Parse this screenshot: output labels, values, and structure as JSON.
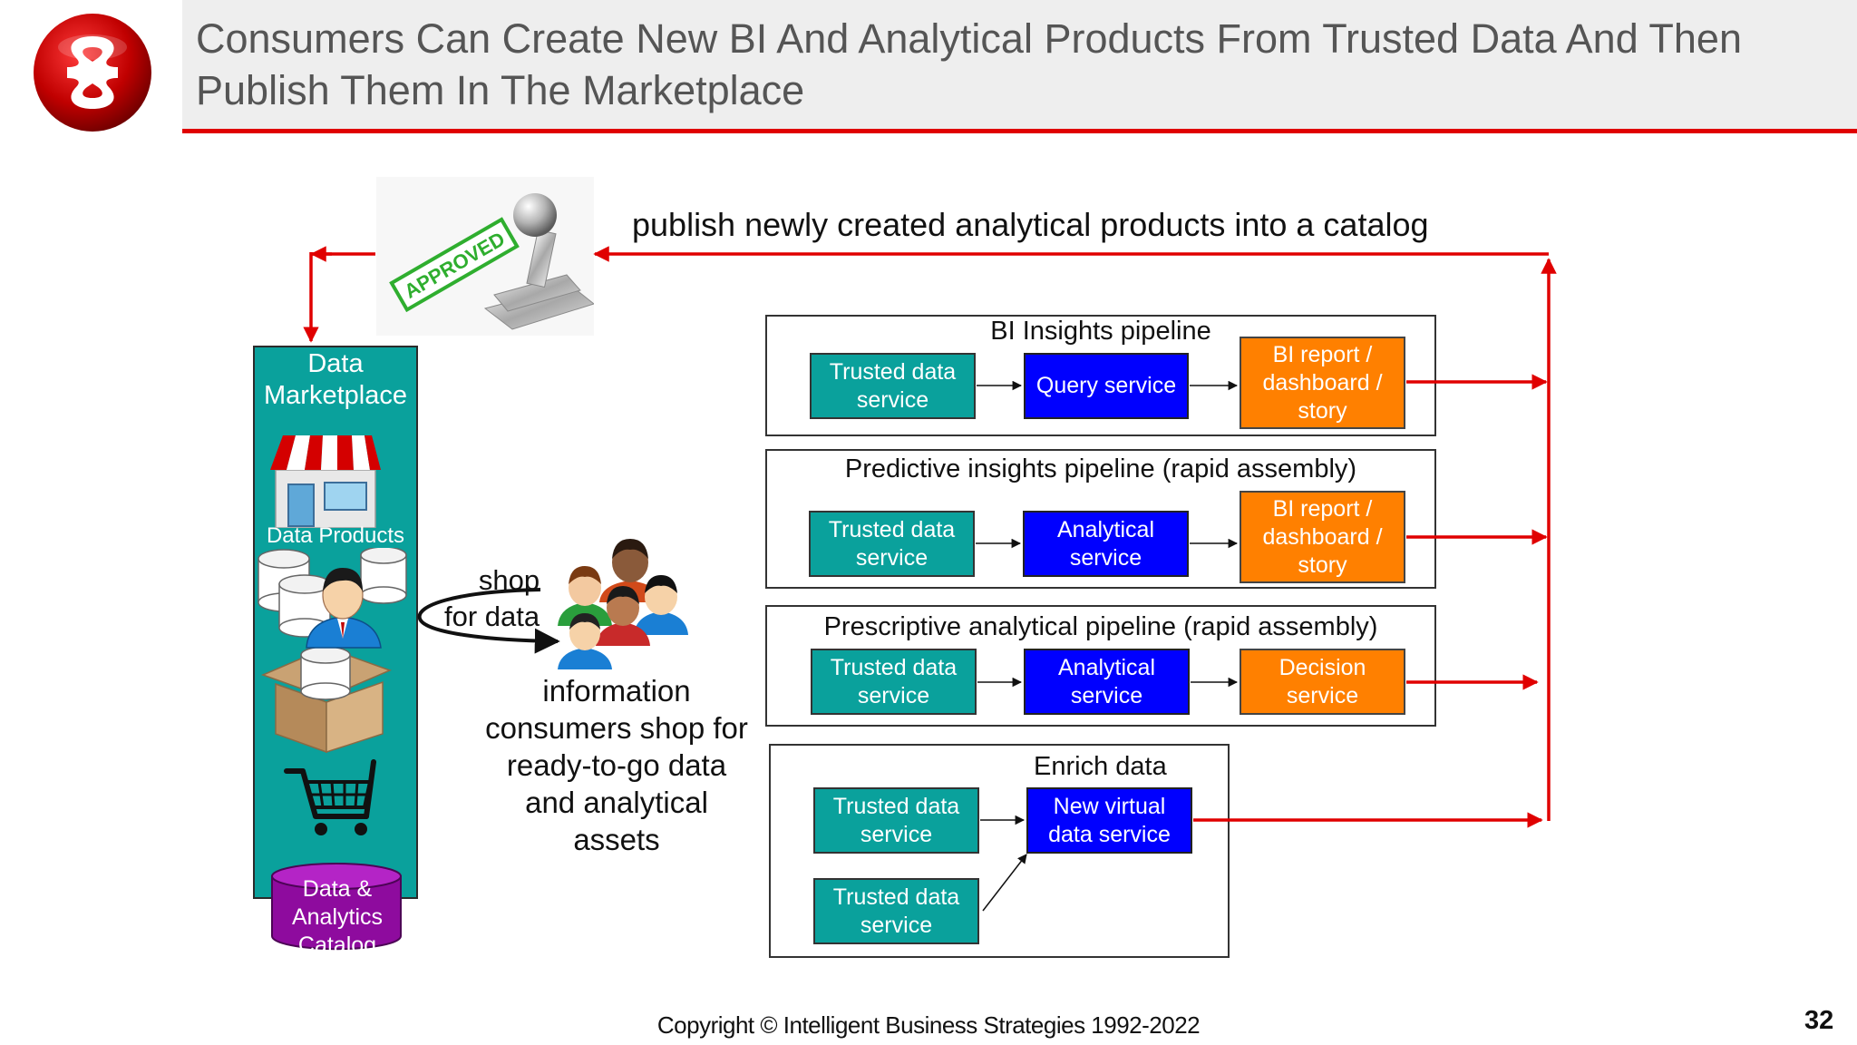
{
  "header": {
    "title_line1": "Consumers Can Create New BI And Analytical Products From Trusted Data And Then",
    "title_line2": "Publish Them In The Marketplace"
  },
  "stamp": {
    "text": "APPROVED"
  },
  "publish": {
    "label": "publish newly created analytical products into a catalog"
  },
  "marketplace": {
    "title_line1": "Data",
    "title_line2": "Marketplace",
    "data_products": "Data Products",
    "catalog_line1": "Data &",
    "catalog_line2": "Analytics",
    "catalog_line3": "Catalog"
  },
  "shop": {
    "line1": "shop",
    "line2": "for data"
  },
  "consumers": {
    "line1": "information",
    "line2": "consumers shop for",
    "line3": "ready-to-go data",
    "line4": "and analytical",
    "line5": "assets"
  },
  "pipelines": {
    "bi": {
      "title": "BI Insights pipeline",
      "trusted_line1": "Trusted data",
      "trusted_line2": "service",
      "query": "Query service",
      "out_line1": "BI  report /",
      "out_line2": "dashboard /",
      "out_line3": "story"
    },
    "predictive": {
      "title": "Predictive insights pipeline (rapid assembly)",
      "trusted_line1": "Trusted data",
      "trusted_line2": "service",
      "analytical_line1": "Analytical",
      "analytical_line2": "service",
      "out_line1": "BI  report /",
      "out_line2": "dashboard /",
      "out_line3": "story"
    },
    "prescriptive": {
      "title": "Prescriptive analytical pipeline (rapid assembly)",
      "trusted_line1": "Trusted data",
      "trusted_line2": "service",
      "analytical_line1": "Analytical",
      "analytical_line2": "service",
      "out_line1": "Decision",
      "out_line2": "service"
    },
    "enrich": {
      "title": "Enrich data",
      "trusted1_line1": "Trusted data",
      "trusted1_line2": "service",
      "trusted2_line1": "Trusted data",
      "trusted2_line2": "service",
      "virtual_line1": "New virtual",
      "virtual_line2": "data service"
    }
  },
  "footer": {
    "copyright": "Copyright © Intelligent Business Strategies 1992-2022",
    "page": "32"
  },
  "colors": {
    "accent_red": "#e00000",
    "teal": "#0aa19c",
    "blue": "#0000ff",
    "orange": "#ff8000",
    "catalog_purple": "#8e0b9e"
  }
}
